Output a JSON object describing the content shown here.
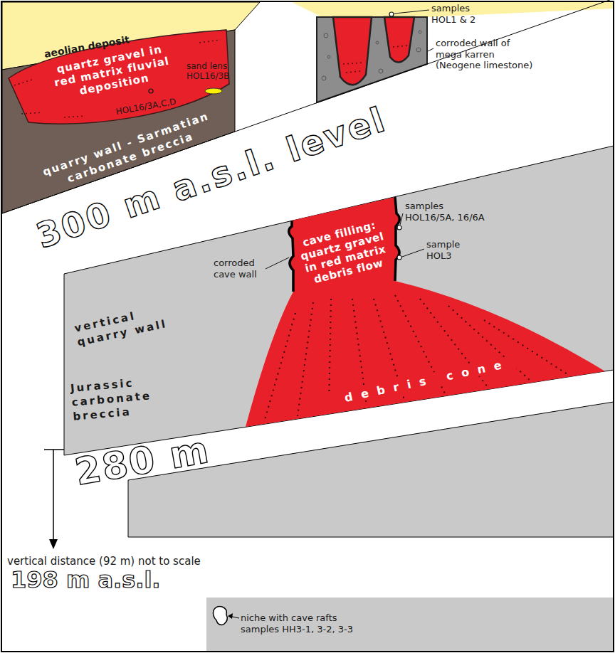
{
  "diagram": {
    "nodes": [
      {
        "text": [
          "quartz gravel in red matrix fluvial deposition"
        ]
      },
      {
        "text": [
          "cave filling: quartz gravel in red matrix debris flow",
          "debris cone"
        ]
      }
    ],
    "labels": [
      "aeolian deposit",
      "sand lens HOL16/3B",
      "HOL16/3A,C,D",
      "quarry wall - Sarmatian carbonate breccia",
      "samples HOL1 & 2",
      "corroded wall of mega karren (Neogene limestone)",
      "300 m a.s.l. level",
      "samples HOL16/5A, 16/6A",
      "sample HOL3",
      "corroded cave wall",
      "vertical quarry wall",
      "Jurassic carbonate breccia",
      "280 m",
      "vertical distance (92 m) not to scale",
      "198 m a.s.l.",
      "niche with cave rafts samples HH3-1, 3-2, 3-3"
    ]
  }
}
